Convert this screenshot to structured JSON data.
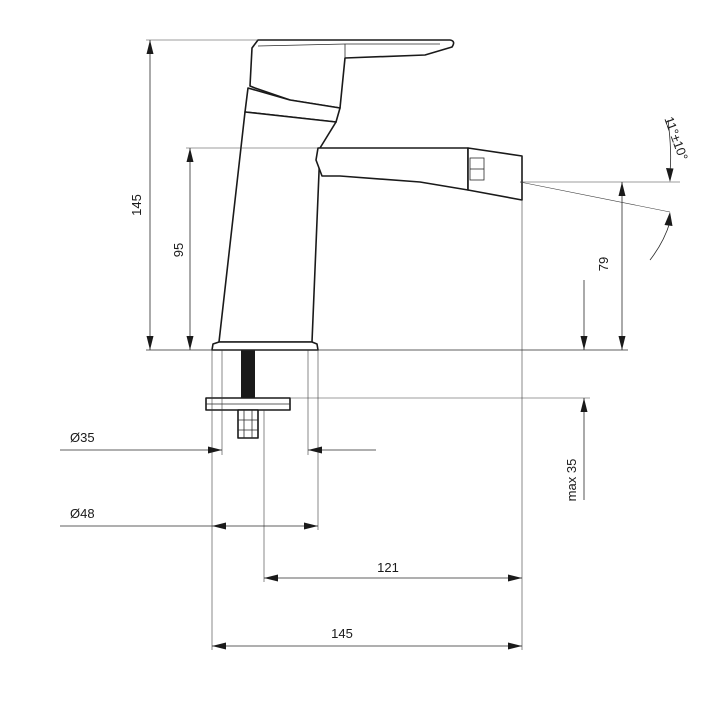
{
  "dimensions": {
    "total_height": "145",
    "spout_height": "95",
    "outlet_height": "79",
    "max_thickness": "max 35",
    "inner_diameter": "Ø35",
    "base_diameter": "Ø48",
    "spout_reach": "121",
    "total_length": "145",
    "spray_angle": "11°±10°"
  },
  "colors": {
    "line": "#1a1a1a",
    "background": "#ffffff"
  }
}
